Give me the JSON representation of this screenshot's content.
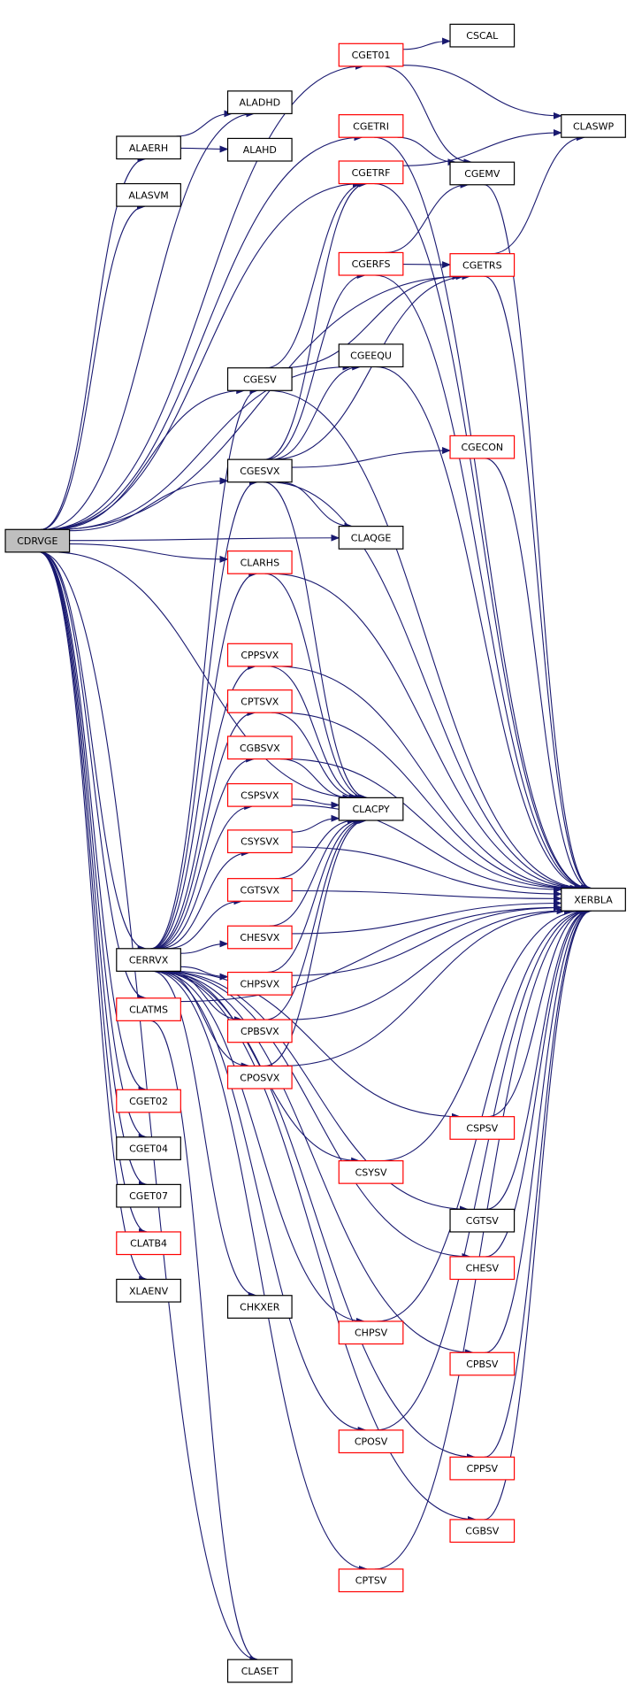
{
  "colors": {
    "edge": "#191970",
    "node_border_default": "#000000",
    "node_border_highlight": "#ff0000",
    "root_fill": "#bfbfbf",
    "node_fill": "#ffffff"
  },
  "nodes": [
    {
      "id": "CDRVGE",
      "label": "CDRVGE",
      "style": "root"
    },
    {
      "id": "ALADHD",
      "label": "ALADHD",
      "style": "black"
    },
    {
      "id": "ALAERH",
      "label": "ALAERH",
      "style": "black"
    },
    {
      "id": "ALAHD",
      "label": "ALAHD",
      "style": "black"
    },
    {
      "id": "ALASVM",
      "label": "ALASVM",
      "style": "black"
    },
    {
      "id": "CGET01",
      "label": "CGET01",
      "style": "red"
    },
    {
      "id": "CSCAL",
      "label": "CSCAL",
      "style": "black"
    },
    {
      "id": "CLASWP",
      "label": "CLASWP",
      "style": "black"
    },
    {
      "id": "CGETRI",
      "label": "CGETRI",
      "style": "red"
    },
    {
      "id": "CGETRF",
      "label": "CGETRF",
      "style": "red"
    },
    {
      "id": "CGEMV",
      "label": "CGEMV",
      "style": "black"
    },
    {
      "id": "CGERFS",
      "label": "CGERFS",
      "style": "red"
    },
    {
      "id": "CGETRS",
      "label": "CGETRS",
      "style": "red"
    },
    {
      "id": "CGESV",
      "label": "CGESV",
      "style": "black"
    },
    {
      "id": "CGEEQU",
      "label": "CGEEQU",
      "style": "black"
    },
    {
      "id": "CGESVX",
      "label": "CGESVX",
      "style": "black"
    },
    {
      "id": "CGECON",
      "label": "CGECON",
      "style": "red"
    },
    {
      "id": "CLAQGE",
      "label": "CLAQGE",
      "style": "black"
    },
    {
      "id": "CLARHS",
      "label": "CLARHS",
      "style": "red"
    },
    {
      "id": "CPPSVX",
      "label": "CPPSVX",
      "style": "red"
    },
    {
      "id": "CPTSVX",
      "label": "CPTSVX",
      "style": "red"
    },
    {
      "id": "CGBSVX",
      "label": "CGBSVX",
      "style": "red"
    },
    {
      "id": "CSPSVX",
      "label": "CSPSVX",
      "style": "red"
    },
    {
      "id": "CLACPY",
      "label": "CLACPY",
      "style": "black"
    },
    {
      "id": "CSYSVX",
      "label": "CSYSVX",
      "style": "red"
    },
    {
      "id": "CGTSVX",
      "label": "CGTSVX",
      "style": "red"
    },
    {
      "id": "XERBLA",
      "label": "XERBLA",
      "style": "black"
    },
    {
      "id": "CHESVX",
      "label": "CHESVX",
      "style": "red"
    },
    {
      "id": "CERRVX",
      "label": "CERRVX",
      "style": "black"
    },
    {
      "id": "CHPSVX",
      "label": "CHPSVX",
      "style": "red"
    },
    {
      "id": "CLATMS",
      "label": "CLATMS",
      "style": "red"
    },
    {
      "id": "CPBSVX",
      "label": "CPBSVX",
      "style": "red"
    },
    {
      "id": "CPOSVX",
      "label": "CPOSVX",
      "style": "red"
    },
    {
      "id": "CGET02",
      "label": "CGET02",
      "style": "red"
    },
    {
      "id": "CSPSV",
      "label": "CSPSV",
      "style": "red"
    },
    {
      "id": "CGET04",
      "label": "CGET04",
      "style": "black"
    },
    {
      "id": "CSYSV",
      "label": "CSYSV",
      "style": "red"
    },
    {
      "id": "CGET07",
      "label": "CGET07",
      "style": "black"
    },
    {
      "id": "CGTSV",
      "label": "CGTSV",
      "style": "black"
    },
    {
      "id": "CLATB4",
      "label": "CLATB4",
      "style": "red"
    },
    {
      "id": "CHESV",
      "label": "CHESV",
      "style": "red"
    },
    {
      "id": "XLAENV",
      "label": "XLAENV",
      "style": "black"
    },
    {
      "id": "CHKXER",
      "label": "CHKXER",
      "style": "black"
    },
    {
      "id": "CHPSV",
      "label": "CHPSV",
      "style": "red"
    },
    {
      "id": "CPBSV",
      "label": "CPBSV",
      "style": "red"
    },
    {
      "id": "CPOSV",
      "label": "CPOSV",
      "style": "red"
    },
    {
      "id": "CPPSV",
      "label": "CPPSV",
      "style": "red"
    },
    {
      "id": "CGBSV",
      "label": "CGBSV",
      "style": "red"
    },
    {
      "id": "CPTSV",
      "label": "CPTSV",
      "style": "red"
    },
    {
      "id": "CLASET",
      "label": "CLASET",
      "style": "black"
    }
  ],
  "edges": [
    [
      "CDRVGE",
      "ALADHD"
    ],
    [
      "CDRVGE",
      "ALAERH"
    ],
    [
      "CDRVGE",
      "ALASVM"
    ],
    [
      "CDRVGE",
      "CGET01"
    ],
    [
      "CDRVGE",
      "CGETRI"
    ],
    [
      "CDRVGE",
      "CGETRF"
    ],
    [
      "CDRVGE",
      "CGETRS"
    ],
    [
      "CDRVGE",
      "CGESV"
    ],
    [
      "CDRVGE",
      "CGEEQU"
    ],
    [
      "CDRVGE",
      "CGESVX"
    ],
    [
      "CDRVGE",
      "CLAQGE"
    ],
    [
      "CDRVGE",
      "CLARHS"
    ],
    [
      "CDRVGE",
      "CLACPY"
    ],
    [
      "CDRVGE",
      "CERRVX"
    ],
    [
      "CDRVGE",
      "CLATMS"
    ],
    [
      "CDRVGE",
      "CGET02"
    ],
    [
      "CDRVGE",
      "CGET04"
    ],
    [
      "CDRVGE",
      "CGET07"
    ],
    [
      "CDRVGE",
      "CLATB4"
    ],
    [
      "CDRVGE",
      "XLAENV"
    ],
    [
      "CDRVGE",
      "CLASET"
    ],
    [
      "ALAERH",
      "ALADHD"
    ],
    [
      "ALAERH",
      "ALAHD"
    ],
    [
      "CGET01",
      "CSCAL"
    ],
    [
      "CGET01",
      "CLASWP"
    ],
    [
      "CGET01",
      "CGEMV"
    ],
    [
      "CGETRI",
      "CGEMV"
    ],
    [
      "CGETRI",
      "XERBLA"
    ],
    [
      "CGETRF",
      "CLASWP"
    ],
    [
      "CGETRF",
      "XERBLA"
    ],
    [
      "CGEMV",
      "XERBLA"
    ],
    [
      "CGERFS",
      "CGEMV"
    ],
    [
      "CGERFS",
      "CGETRS"
    ],
    [
      "CGERFS",
      "XERBLA"
    ],
    [
      "CGETRS",
      "CLASWP"
    ],
    [
      "CGETRS",
      "XERBLA"
    ],
    [
      "CGESV",
      "CGETRF"
    ],
    [
      "CGESV",
      "CGETRS"
    ],
    [
      "CGESV",
      "XERBLA"
    ],
    [
      "CGEEQU",
      "XERBLA"
    ],
    [
      "CGESVX",
      "CGETRF"
    ],
    [
      "CGESVX",
      "CGERFS"
    ],
    [
      "CGESVX",
      "CGETRS"
    ],
    [
      "CGESVX",
      "CGEEQU"
    ],
    [
      "CGESVX",
      "CGECON"
    ],
    [
      "CGESVX",
      "CLAQGE"
    ],
    [
      "CGESVX",
      "CLACPY"
    ],
    [
      "CGESVX",
      "XERBLA"
    ],
    [
      "CGECON",
      "XERBLA"
    ],
    [
      "CLARHS",
      "CLACPY"
    ],
    [
      "CLARHS",
      "XERBLA"
    ],
    [
      "CPPSVX",
      "CLACPY"
    ],
    [
      "CPPSVX",
      "XERBLA"
    ],
    [
      "CPTSVX",
      "CLACPY"
    ],
    [
      "CPTSVX",
      "XERBLA"
    ],
    [
      "CGBSVX",
      "CLACPY"
    ],
    [
      "CGBSVX",
      "XERBLA"
    ],
    [
      "CSPSVX",
      "CLACPY"
    ],
    [
      "CSPSVX",
      "XERBLA"
    ],
    [
      "CSYSVX",
      "CLACPY"
    ],
    [
      "CSYSVX",
      "XERBLA"
    ],
    [
      "CGTSVX",
      "CLACPY"
    ],
    [
      "CGTSVX",
      "XERBLA"
    ],
    [
      "CHESVX",
      "CLACPY"
    ],
    [
      "CHESVX",
      "XERBLA"
    ],
    [
      "CHPSVX",
      "CLACPY"
    ],
    [
      "CHPSVX",
      "XERBLA"
    ],
    [
      "CPBSVX",
      "CLACPY"
    ],
    [
      "CPBSVX",
      "XERBLA"
    ],
    [
      "CPOSVX",
      "CLACPY"
    ],
    [
      "CPOSVX",
      "XERBLA"
    ],
    [
      "CERRVX",
      "CGESV"
    ],
    [
      "CERRVX",
      "CGESVX"
    ],
    [
      "CERRVX",
      "CLARHS"
    ],
    [
      "CERRVX",
      "CPPSVX"
    ],
    [
      "CERRVX",
      "CPTSVX"
    ],
    [
      "CERRVX",
      "CGBSVX"
    ],
    [
      "CERRVX",
      "CSPSVX"
    ],
    [
      "CERRVX",
      "CSYSVX"
    ],
    [
      "CERRVX",
      "CGTSVX"
    ],
    [
      "CERRVX",
      "CHESVX"
    ],
    [
      "CERRVX",
      "CHPSVX"
    ],
    [
      "CERRVX",
      "CPBSVX"
    ],
    [
      "CERRVX",
      "CPOSVX"
    ],
    [
      "CERRVX",
      "CSPSV"
    ],
    [
      "CERRVX",
      "CSYSV"
    ],
    [
      "CERRVX",
      "CGTSV"
    ],
    [
      "CERRVX",
      "CHESV"
    ],
    [
      "CERRVX",
      "CHKXER"
    ],
    [
      "CERRVX",
      "CHPSV"
    ],
    [
      "CERRVX",
      "CPBSV"
    ],
    [
      "CERRVX",
      "CPOSV"
    ],
    [
      "CERRVX",
      "CPPSV"
    ],
    [
      "CERRVX",
      "CGBSV"
    ],
    [
      "CERRVX",
      "CPTSV"
    ],
    [
      "CLATMS",
      "CLASET"
    ],
    [
      "CLATMS",
      "XERBLA"
    ],
    [
      "CSPSV",
      "XERBLA"
    ],
    [
      "CSYSV",
      "XERBLA"
    ],
    [
      "CGTSV",
      "XERBLA"
    ],
    [
      "CHESV",
      "XERBLA"
    ],
    [
      "CHPSV",
      "XERBLA"
    ],
    [
      "CPBSV",
      "XERBLA"
    ],
    [
      "CPOSV",
      "XERBLA"
    ],
    [
      "CPPSV",
      "XERBLA"
    ],
    [
      "CGBSV",
      "XERBLA"
    ],
    [
      "CPTSV",
      "XERBLA"
    ]
  ]
}
